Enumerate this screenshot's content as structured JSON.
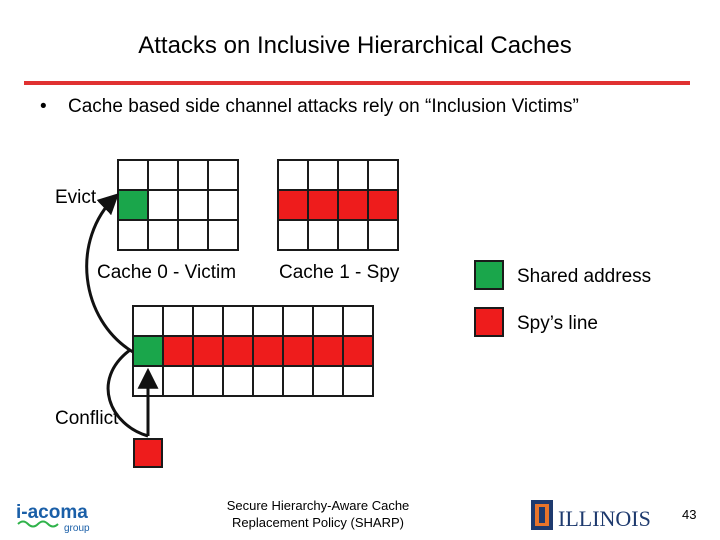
{
  "slide": {
    "title": "Attacks on Inclusive Hierarchical Caches",
    "bullet": "Cache based side channel attacks rely on “Inclusion Victims”",
    "bullet_marker": "•"
  },
  "labels": {
    "evict": "Evict",
    "conflict": "Conflict",
    "cache0": "Cache 0 - Victim",
    "cache1": "Cache 1 - Spy"
  },
  "legend": {
    "shared": "Shared address",
    "spy": "Spy’s line"
  },
  "colors": {
    "green": "#1aa64b",
    "red": "#ee1c1c",
    "rule": "#e03131"
  },
  "footer": {
    "line1": "Secure Hierarchy-Aware Cache",
    "line2": "Replacement Policy (SHARP)",
    "page": "43",
    "logo_left": "i-acoma group",
    "logo_right": "ILLINOIS"
  }
}
